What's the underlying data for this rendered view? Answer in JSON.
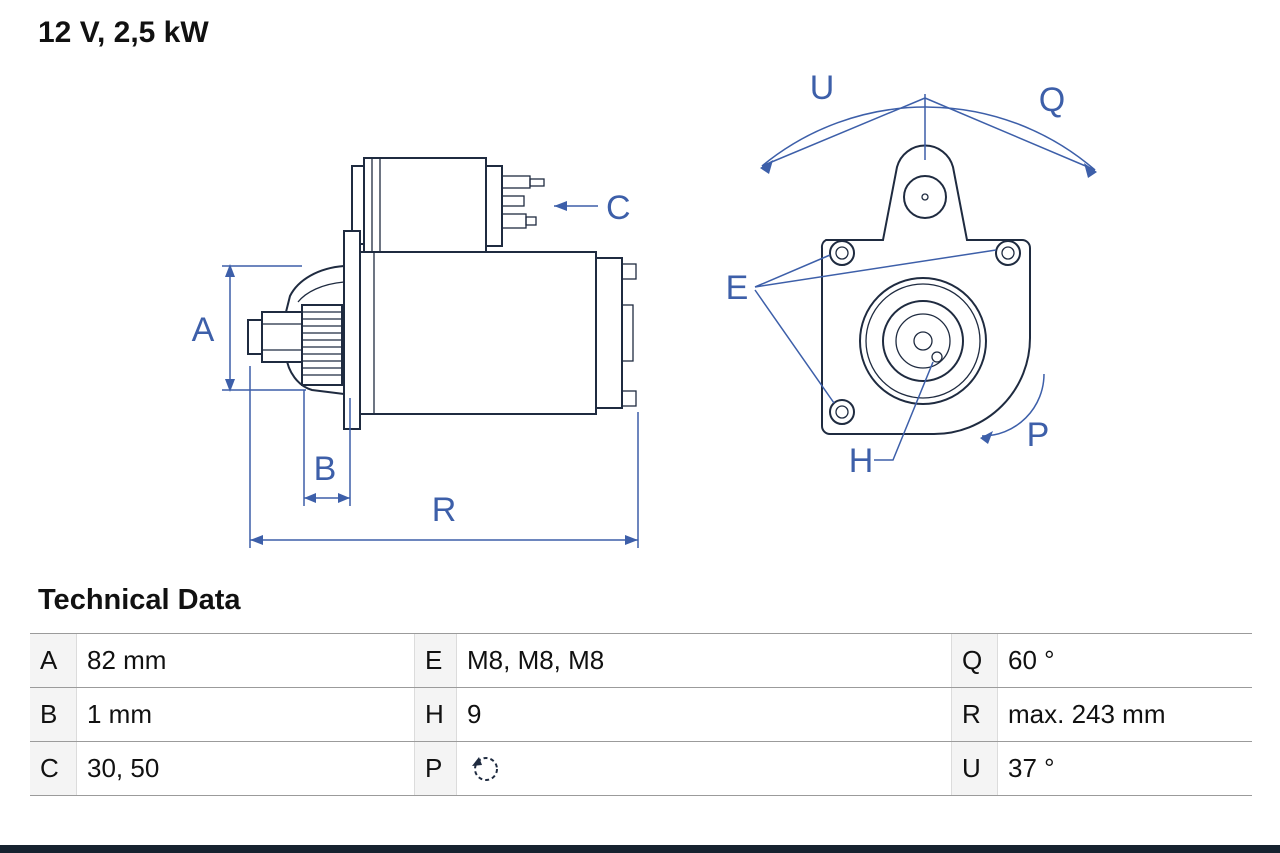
{
  "title": "12 V, 2,5 kW",
  "colors": {
    "dimension": "#3d5fa9",
    "outline": "#1f2b40"
  },
  "diagram": {
    "description": "starter-motor technical drawing, side view and flange front view",
    "labels": {
      "A": "A",
      "B": "B",
      "C": "C",
      "E": "E",
      "H": "H",
      "P": "P",
      "Q": "Q",
      "R": "R",
      "U": "U"
    }
  },
  "technical_data": {
    "heading": "Technical Data",
    "rows": [
      {
        "c1": {
          "key": "A",
          "value": "82 mm"
        },
        "c2": {
          "key": "E",
          "value": "M8, M8, M8"
        },
        "c3": {
          "key": "Q",
          "value": "60 °"
        }
      },
      {
        "c1": {
          "key": "B",
          "value": "1 mm"
        },
        "c2": {
          "key": "H",
          "value": "9"
        },
        "c3": {
          "key": "R",
          "value": "max. 243 mm"
        }
      },
      {
        "c1": {
          "key": "C",
          "value": "30, 50"
        },
        "c2": {
          "key": "P",
          "value": "",
          "icon": "rotation-direction-icon"
        },
        "c3": {
          "key": "U",
          "value": "37 °"
        }
      }
    ]
  }
}
